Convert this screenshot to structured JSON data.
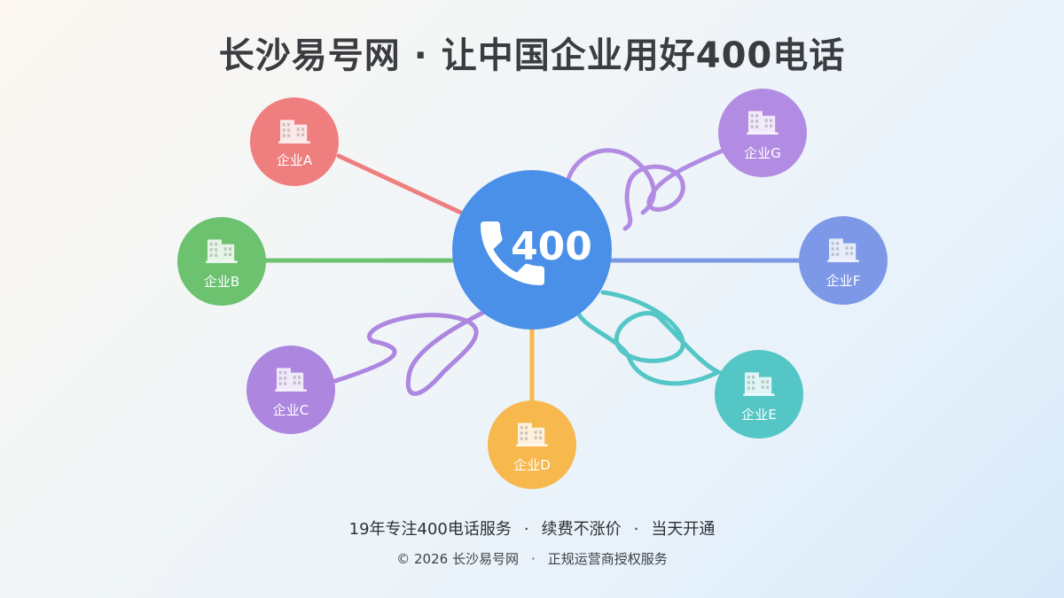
{
  "title": "长沙易号网 · 让中国企业用好400电话",
  "hub": {
    "label": "400",
    "icon": "phone-icon",
    "color": "#4a90e8"
  },
  "nodes": [
    {
      "id": "a",
      "label": "企业A",
      "color": "#ef7f7f",
      "icon": "building-icon"
    },
    {
      "id": "b",
      "label": "企业B",
      "color": "#6cc26f",
      "icon": "building-icon"
    },
    {
      "id": "c",
      "label": "企业C",
      "color": "#ad86e0",
      "icon": "building-icon"
    },
    {
      "id": "d",
      "label": "企业D",
      "color": "#f7b84d",
      "icon": "building-icon"
    },
    {
      "id": "e",
      "label": "企业E",
      "color": "#54c6c6",
      "icon": "building-icon"
    },
    {
      "id": "f",
      "label": "企业F",
      "color": "#7d98e6",
      "icon": "building-icon"
    },
    {
      "id": "g",
      "label": "企业G",
      "color": "#b28be3",
      "icon": "building-icon"
    }
  ],
  "footer": {
    "features": [
      "19年专注400电话服务",
      "续费不涨价",
      "当天开通"
    ],
    "separator": "·",
    "copyright": "© 2026 长沙易号网",
    "authorization": "正规运营商授权服务"
  }
}
